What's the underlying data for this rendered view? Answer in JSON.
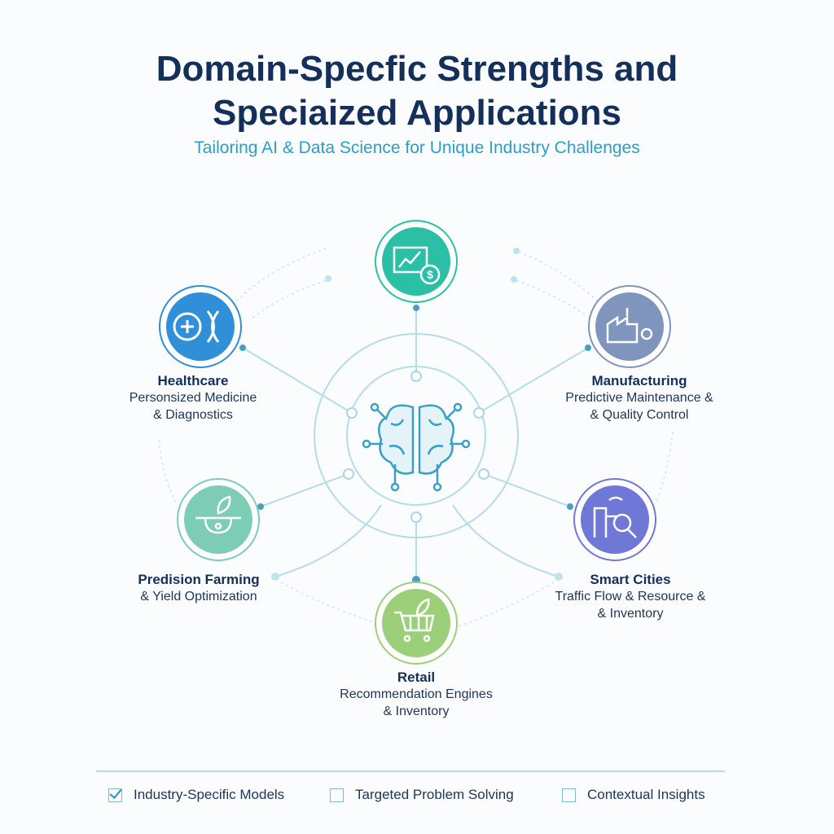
{
  "header": {
    "title_line1": "Domain-Specfic Strengths and",
    "title_line2": "Speciaized Applications",
    "subtitle": "Tailoring AI & Data Science for Unique Industry Challenges"
  },
  "nodes": [
    {
      "id": "finance",
      "icon": "finance-chart-dollar-icon",
      "color": "#2bbfa6"
    },
    {
      "id": "healthcare",
      "title": "Healthcare",
      "desc1": "Personsized Medicine",
      "desc2": "& Diagnostics",
      "icon": "medical-cross-dna-icon",
      "color": "#2f8fd8"
    },
    {
      "id": "manufacturing",
      "title": "Manufacturing",
      "desc1": "Predictive Maintenance &",
      "desc2": "& Quality Control",
      "icon": "factory-gear-icon",
      "color": "#7f95bd"
    },
    {
      "id": "farming",
      "title": "Predision Farming",
      "desc1": "& Yield Optimization",
      "icon": "drone-leaf-icon",
      "color": "#7ccdb4"
    },
    {
      "id": "smart_cities",
      "title": "Smart Cities",
      "desc1": "Traffic Flow & Resource &",
      "desc2": "& Inventory",
      "icon": "city-search-icon",
      "color": "#6f78d6"
    },
    {
      "id": "retail",
      "title": "Retail",
      "desc1": "Recommendation Engines",
      "desc2": "& Inventory",
      "icon": "cart-leaf-icon",
      "color": "#9ccf7a"
    }
  ],
  "center": {
    "icon": "brain-circuit-icon"
  },
  "legend": [
    {
      "label": "Industry-Specific Models",
      "checked": true
    },
    {
      "label": "Targeted Problem Solving",
      "checked": false
    },
    {
      "label": "Contextual Insights",
      "checked": false
    }
  ]
}
